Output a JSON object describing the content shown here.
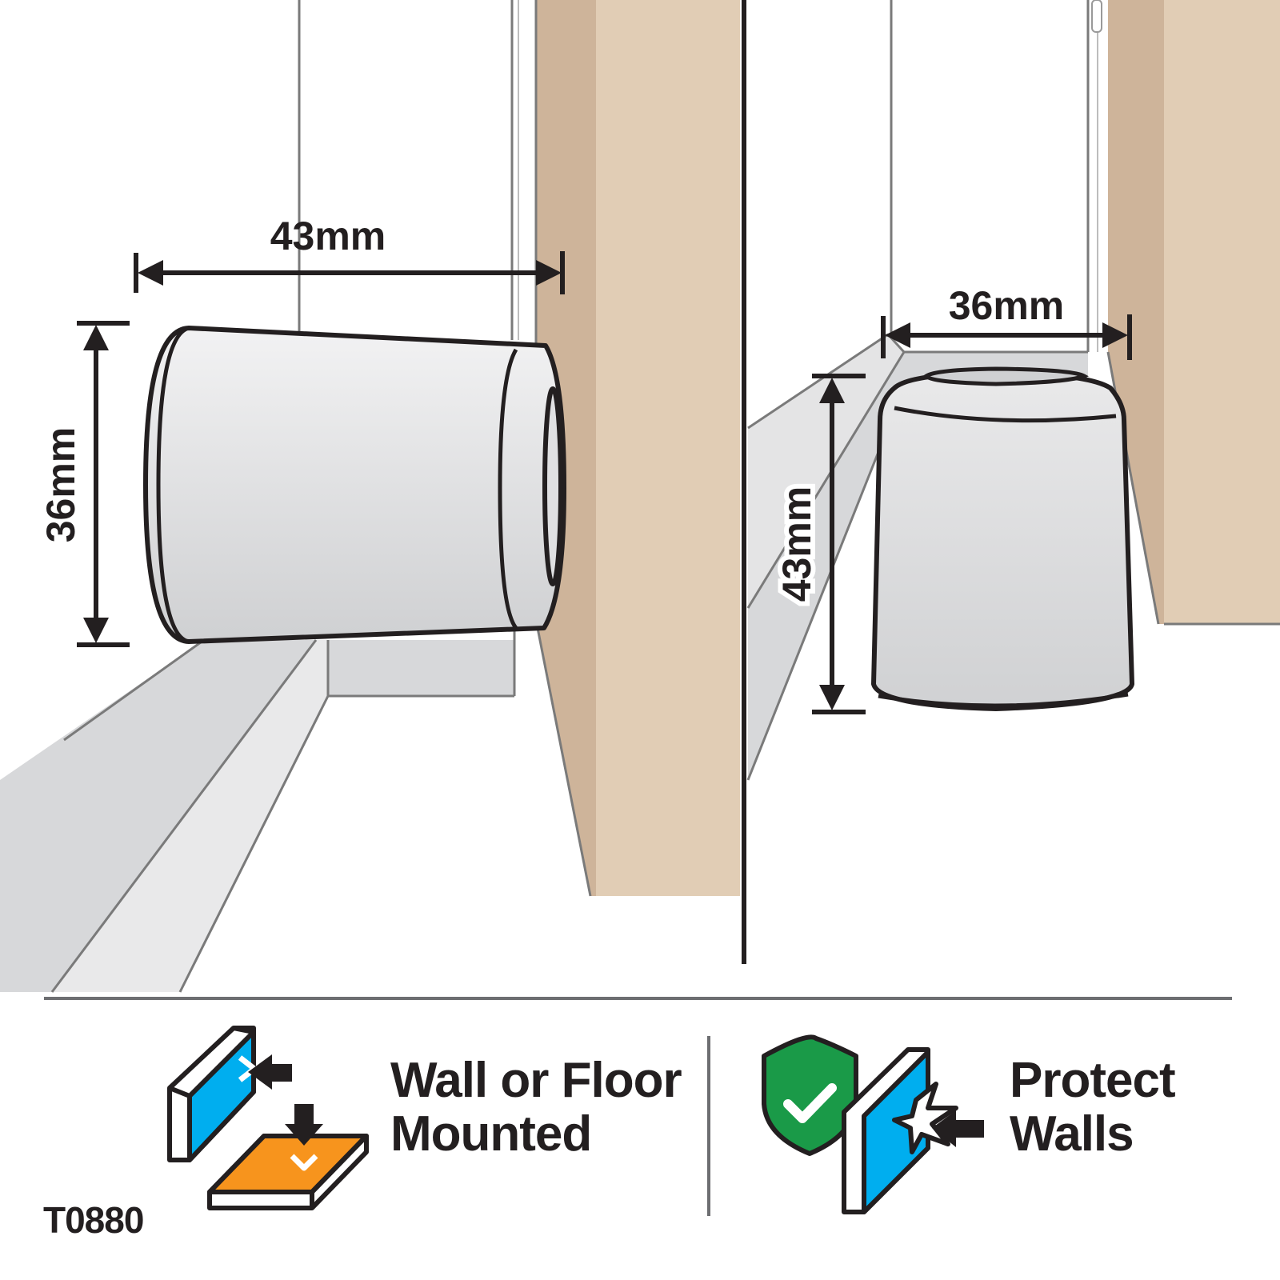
{
  "left_panel": {
    "width_label": "43mm",
    "height_label": "36mm",
    "mount": "wall"
  },
  "right_panel": {
    "width_label": "36mm",
    "height_label": "43mm",
    "mount": "floor"
  },
  "features": [
    {
      "icon": "wall-floor-mount-icon",
      "line1": "Wall or Floor",
      "line2": "Mounted"
    },
    {
      "icon": "shield-check-icon",
      "icon2": "wall-impact-icon",
      "line1": "Protect",
      "line2": "Walls"
    }
  ],
  "product_code": "T0880",
  "colors": {
    "wood": "#ceb49a",
    "wood_light": "#e1cdb5",
    "stopper": "#dcdcdc",
    "ink": "#231f20",
    "icon_blue": "#00aeef",
    "icon_orange": "#f7941d",
    "icon_green": "#1a9a48"
  }
}
